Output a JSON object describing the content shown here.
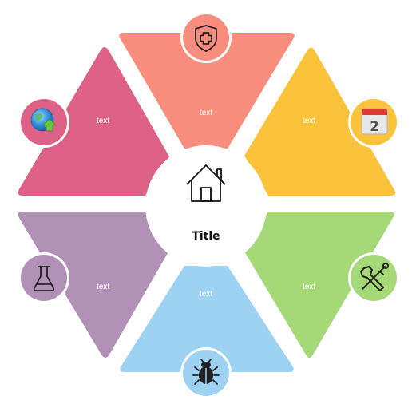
{
  "center": {
    "title": "Title",
    "icon": "house-icon"
  },
  "segments": [
    {
      "id": "top",
      "label": "text",
      "color": "#FA8E7E",
      "icon": "medical-shield-icon"
    },
    {
      "id": "upper-right",
      "label": "text",
      "color": "#FBC33C",
      "icon": "calendar-icon",
      "icon_text": "2"
    },
    {
      "id": "lower-right",
      "label": "text",
      "color": "#A5D977",
      "icon": "tools-icon"
    },
    {
      "id": "bottom",
      "label": "text",
      "color": "#9DD2F2",
      "icon": "bug-icon"
    },
    {
      "id": "lower-left",
      "label": "text",
      "color": "#B191B6",
      "icon": "flask-icon"
    },
    {
      "id": "upper-left",
      "label": "text",
      "color": "#DE6187",
      "icon": "globe-upload-icon"
    }
  ]
}
